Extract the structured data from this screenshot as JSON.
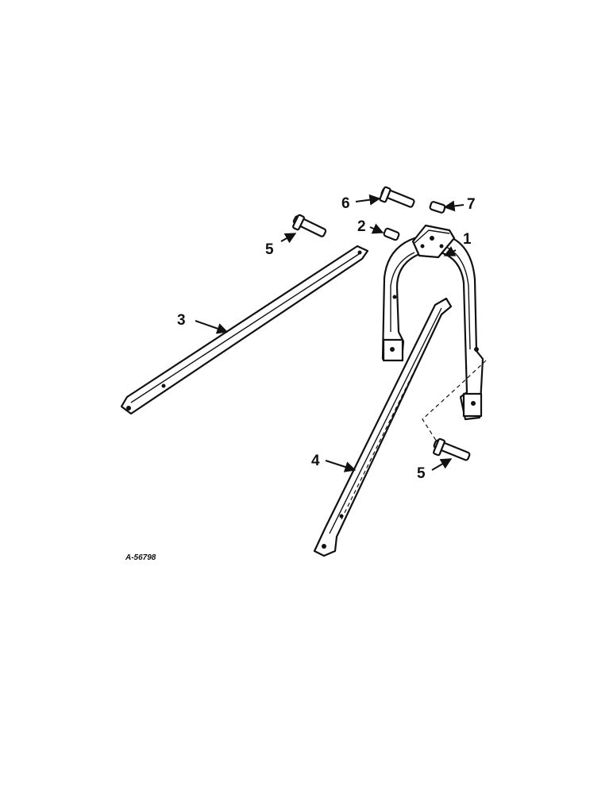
{
  "figure_id": "A-56798",
  "callouts": [
    "1",
    "2",
    "3",
    "4",
    "5",
    "5",
    "6",
    "7"
  ],
  "colors": {
    "ink": "#111111",
    "paper": "#ffffff"
  }
}
